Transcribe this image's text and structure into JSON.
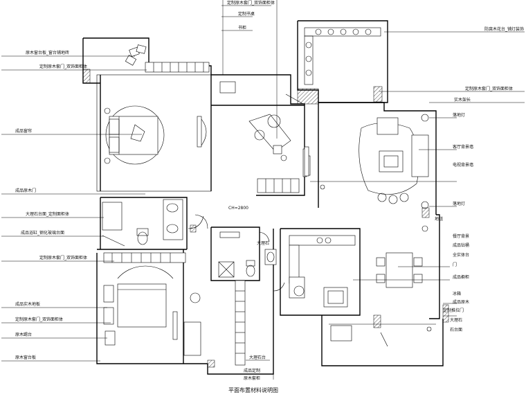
{
  "title": "平面布置材料说明图",
  "ceiling_note": "CH=2800",
  "room_note": "大理石",
  "labels_left": [
    "原木窗台板_窗台铺地砖",
    "定制原木套门_双饰面柜体",
    "成品窗帘",
    "成品原木门",
    "大理石台面_定制面柜体",
    "成品浴缸_钢化玻璃台面",
    "定制原木套门_双饰面柜体",
    "成品实木地板",
    "定制原木套门_双饰面柜体",
    "原木踢台",
    "原木窗台板"
  ],
  "labels_top": [
    "定制原木套门_双饰面柜体",
    "定制书桌",
    "书柜"
  ],
  "labels_right": [
    "防腐木花台_铺灯装饰",
    "定制原木套门_双饰面柜体",
    "实木架长",
    "落地灯",
    "客厅背景墙",
    "电视背景墙",
    "落地灯",
    "地毯",
    "餐厅背景",
    "成品钻桶",
    "全实体台",
    "门",
    "成品橱柜",
    "冰箱",
    "成品原木",
    "定制推拉门",
    "大理石",
    "石台面"
  ],
  "labels_bottom": [
    "大理石台",
    "成品定制",
    "原木套柜"
  ]
}
